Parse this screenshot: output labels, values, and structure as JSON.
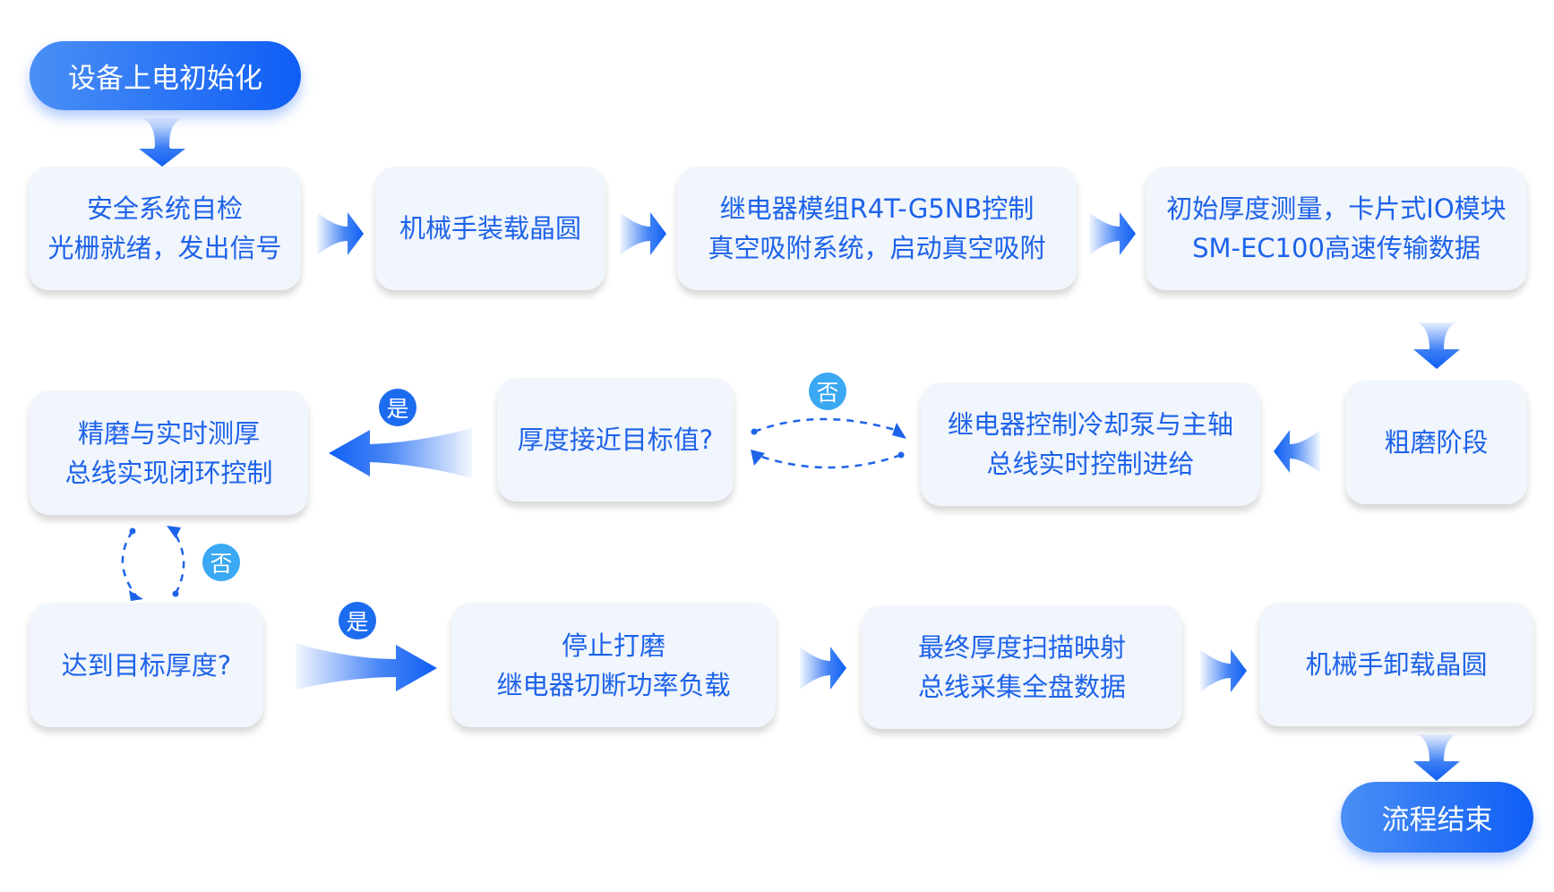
{
  "start": "设备上电初始化",
  "end": "流程结束",
  "steps": {
    "safety": [
      "安全系统自检",
      "光栅就绪，发出信号"
    ],
    "load": [
      "机械手装载晶圆"
    ],
    "vacuum": [
      "继电器模组R4T-G5NB控制",
      "真空吸附系统，启动真空吸附"
    ],
    "measure": [
      "初始厚度测量，卡片式IO模块",
      "SM-EC100高速传输数据"
    ],
    "rough": [
      "粗磨阶段"
    ],
    "cooling": [
      "继电器控制冷却泵与主轴",
      "总线实时控制进给"
    ],
    "near_target": [
      "厚度接近目标值?"
    ],
    "fine": [
      "精磨与实时测厚",
      "总线实现闭环控制"
    ],
    "reach_target": [
      "达到目标厚度?"
    ],
    "stop": [
      "停止打磨",
      "继电器切断功率负载"
    ],
    "scan": [
      "最终厚度扫描映射",
      "总线采集全盘数据"
    ],
    "unload": [
      "机械手卸载晶圆"
    ]
  },
  "labels": {
    "yes": "是",
    "no": "否"
  },
  "colors": {
    "accent": "#1d63ea",
    "box_bg": "#f1f5fc",
    "yes_badge": "#1c6cf0",
    "no_badge": "#3aa8f2"
  }
}
